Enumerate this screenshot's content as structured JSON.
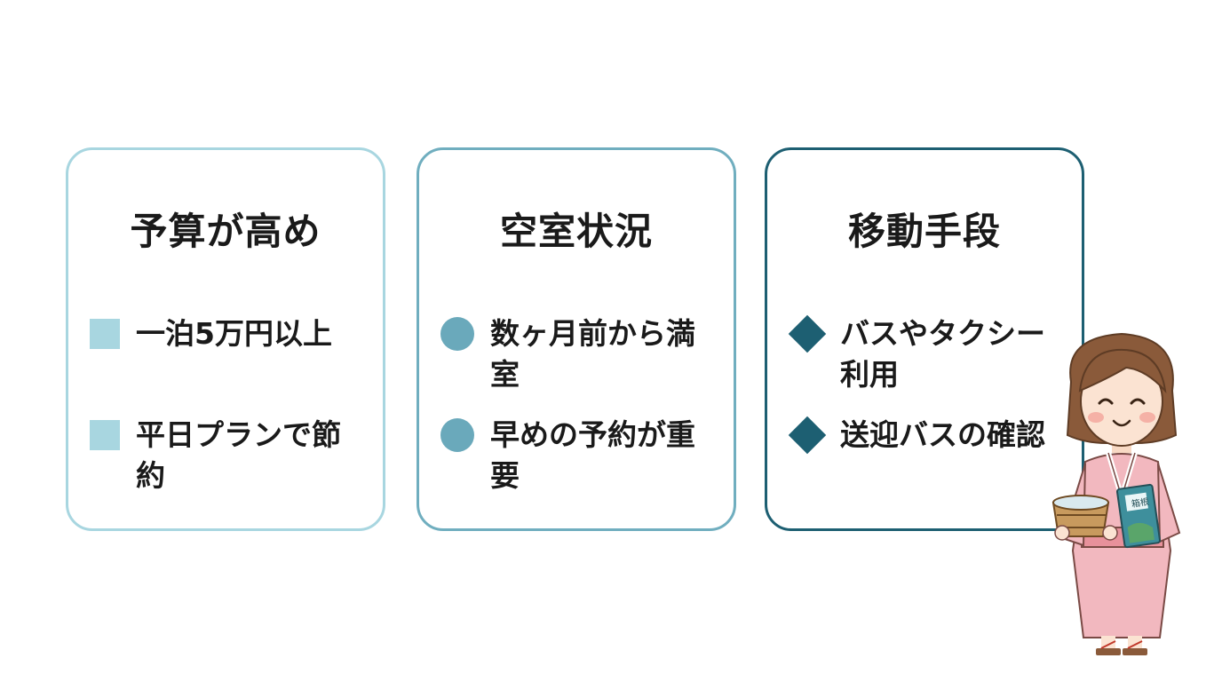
{
  "cards": [
    {
      "title": "予算が高め",
      "marker": "square-icon",
      "items": [
        "一泊5万円以上",
        "平日プランで節約"
      ]
    },
    {
      "title": "空室状況",
      "marker": "circle-icon",
      "items": [
        "数ヶ月前から満室",
        "早めの予約が重要"
      ]
    },
    {
      "title": "移動手段",
      "marker": "diamond-icon",
      "items": [
        "バスやタクシー利用",
        "送迎バスの確認"
      ]
    }
  ],
  "mascot": {
    "book_label": "箱根"
  },
  "colors": {
    "card1": "#a8d6e0",
    "card2": "#70aebf",
    "card3": "#1d5f72",
    "text": "#1a1a1a"
  }
}
